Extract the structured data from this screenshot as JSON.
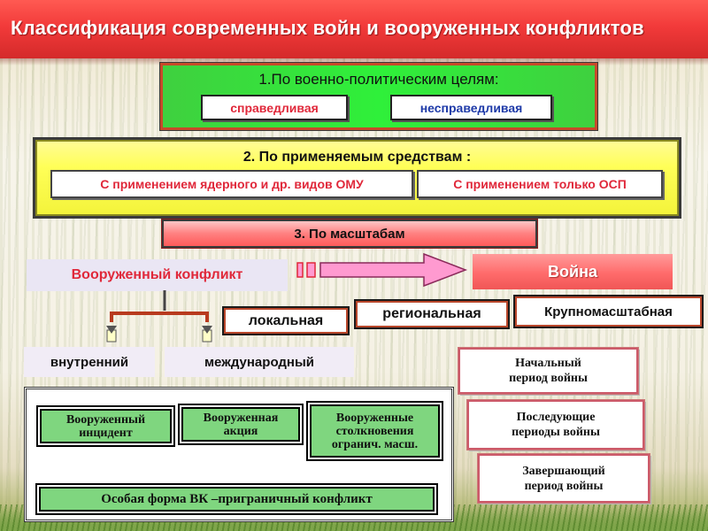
{
  "slide": {
    "title": "Классификация современных войн и вооруженных конфликтов"
  },
  "goals": {
    "title": "1.По военно-политическим целям:",
    "just": "справедливая",
    "unjust": "несправедливая"
  },
  "means": {
    "title": "2. По применяемым средствам :",
    "nuclear": "С применением ядерного и др. видов ОМУ",
    "conventional": "С применением только ОСП"
  },
  "scale": {
    "title": "3. По масштабам"
  },
  "conflict": {
    "label": "Вооруженный конфликт",
    "internal": "внутренний",
    "international": "международный",
    "incident": [
      "Вооруженный",
      "инцидент"
    ],
    "action": [
      "Вооруженная",
      "акция"
    ],
    "clashes": [
      "Вооруженные",
      "столкновения",
      "огранич. масш."
    ],
    "border": "Особая форма ВК –приграничный  конфликт"
  },
  "war": {
    "label": "Война",
    "local": "локальная",
    "regional": "региональная",
    "large_scale": "Крупномасштабная",
    "initial_period": [
      "Начальный",
      "период войны"
    ],
    "subsequent_periods": [
      "Последующие",
      "периоды войны"
    ],
    "final_period": [
      "Завершающий",
      "период войны"
    ]
  },
  "colors": {
    "title_band": "#e83a3a",
    "goals_panel": "#33e640",
    "means_panel": "#ffff55",
    "scale_bar": "#ff7a7a",
    "arrow": "#ff9ad0",
    "text_red": "#e0283a",
    "text_blue": "#1e3aa8",
    "conflict_type": "#7fd67f"
  }
}
